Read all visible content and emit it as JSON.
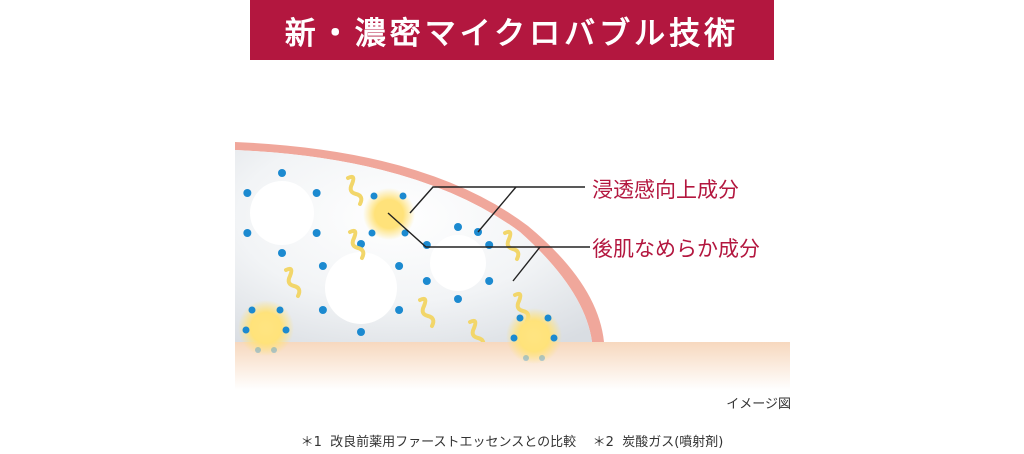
{
  "title": "新・濃密マイクロバブル技術",
  "callouts": {
    "penetration": "浸透感向上成分",
    "smoothness": "後肌なめらか成分"
  },
  "image_note": "イメージ図",
  "footnotes": "＊1  改良前薬用ファーストエッセンスとの比較    ＊2  炭酸ガス(噴射剤)",
  "colors": {
    "brand_red": "#b3173f",
    "skin_band": "#f7d8be",
    "membrane": "#f0a79b",
    "bubble_interior": "#eaedf0",
    "dot_blue": "#1c8ad0",
    "squiggle_yellow": "#f2d66a",
    "glow_yellow": "#ffe27a"
  }
}
